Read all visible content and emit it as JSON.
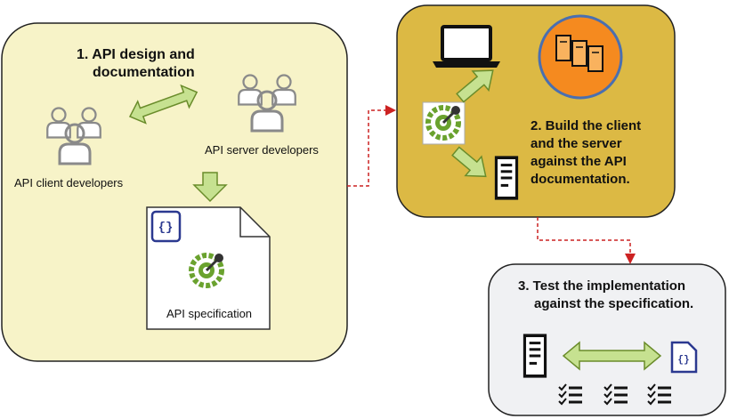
{
  "steps": {
    "design": {
      "title_line1": "1. API design and",
      "title_line2": "documentation",
      "client_label": "API client developers",
      "server_label": "API server developers",
      "spec_label": "API specification",
      "doc_badge": "{}"
    },
    "build": {
      "line1": "2. Build the client",
      "line2": "and the server",
      "line3": "against the API",
      "line4": "documentation."
    },
    "test": {
      "line1": "3. Test the implementation",
      "line2": "against the specification.",
      "doc_badge": "{}"
    }
  },
  "colors": {
    "design_bg": "#f7f3c8",
    "build_bg": "#dcb944",
    "test_bg": "#f0f1f3",
    "arrow_fill": "#c6e190",
    "arrow_stroke": "#6a8c2b",
    "connector": "#cc2222",
    "server_circle": "#f58a1f",
    "people": "#8a8a8a",
    "doc_badge": "#2b3990",
    "logo_green": "#6aa22e"
  },
  "icons": [
    "people-icon",
    "laptop-icon",
    "server-cluster-icon",
    "server-icon",
    "openapi-logo-icon",
    "json-doc-icon",
    "checklist-icon"
  ]
}
